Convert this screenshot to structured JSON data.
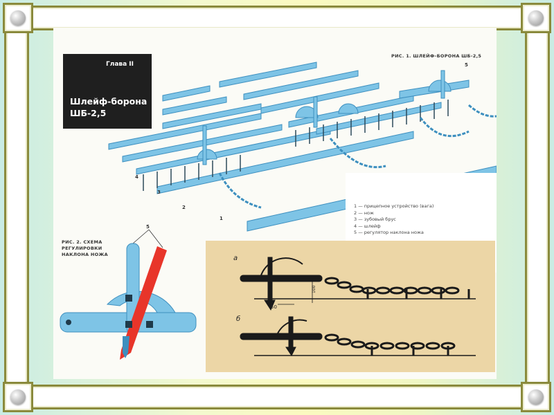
{
  "chapter": {
    "label": "Глава II",
    "title": "Шлейф-борона ШБ-2,5"
  },
  "figure1": {
    "caption": "РИС. 1. ШЛЕЙФ-БОРОНА ШБ-2,5",
    "callouts": [
      "1",
      "2",
      "3",
      "4",
      "5"
    ]
  },
  "legend": {
    "items": [
      "1 — прицепное устройство (вага)",
      "2 — нож",
      "3 — зубовый брус",
      "4 — шлейф",
      "5 — регулятор наклона ножа"
    ]
  },
  "figure2": {
    "caption": "РИС. 2. СХЕМА РЕГУЛИРОВКИ НАКЛОНА НОЖА",
    "callout": "5"
  },
  "inset": {
    "label_a": "а",
    "label_b": "б",
    "dim_50": "50",
    "dim_100": "100"
  },
  "colors": {
    "frame_border": "#8a8a3c",
    "steel_blue": "#7ec4e6",
    "steel_blue_dark": "#3d8fbf",
    "knife_red": "#e8352a",
    "inset_bg": "#ecd6a6",
    "chapter_bg": "#1f1f1f"
  }
}
